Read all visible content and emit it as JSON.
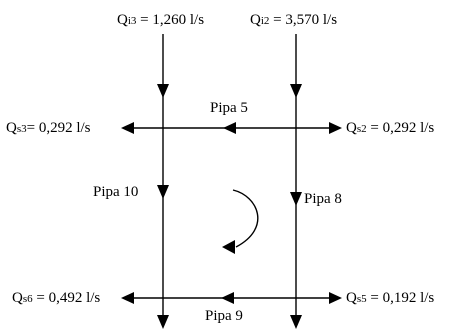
{
  "labels": {
    "qi3": {
      "sym": "Q",
      "sub": "i3",
      "rest": " = 1,260 l/s"
    },
    "qi2": {
      "sym": "Q",
      "sub": "i2",
      "rest": " = 3,570 l/s"
    },
    "qs3": {
      "sym": "Q",
      "sub": "s3",
      "rest": "= 0,292 l/s"
    },
    "qs2": {
      "sym": "Q",
      "sub": "s2",
      "rest": " = 0,292 l/s"
    },
    "qs6": {
      "sym": "Q",
      "sub": "s6",
      "rest": " = 0,492 l/s"
    },
    "qs5": {
      "sym": "Q",
      "sub": "s5",
      "rest": " = 0,192 l/s"
    }
  },
  "pipes": {
    "pipe5": "Pipa 5",
    "pipe10": "Pipa 10",
    "pipe8": "Pipa 8",
    "pipe9": "Pipa 9"
  }
}
